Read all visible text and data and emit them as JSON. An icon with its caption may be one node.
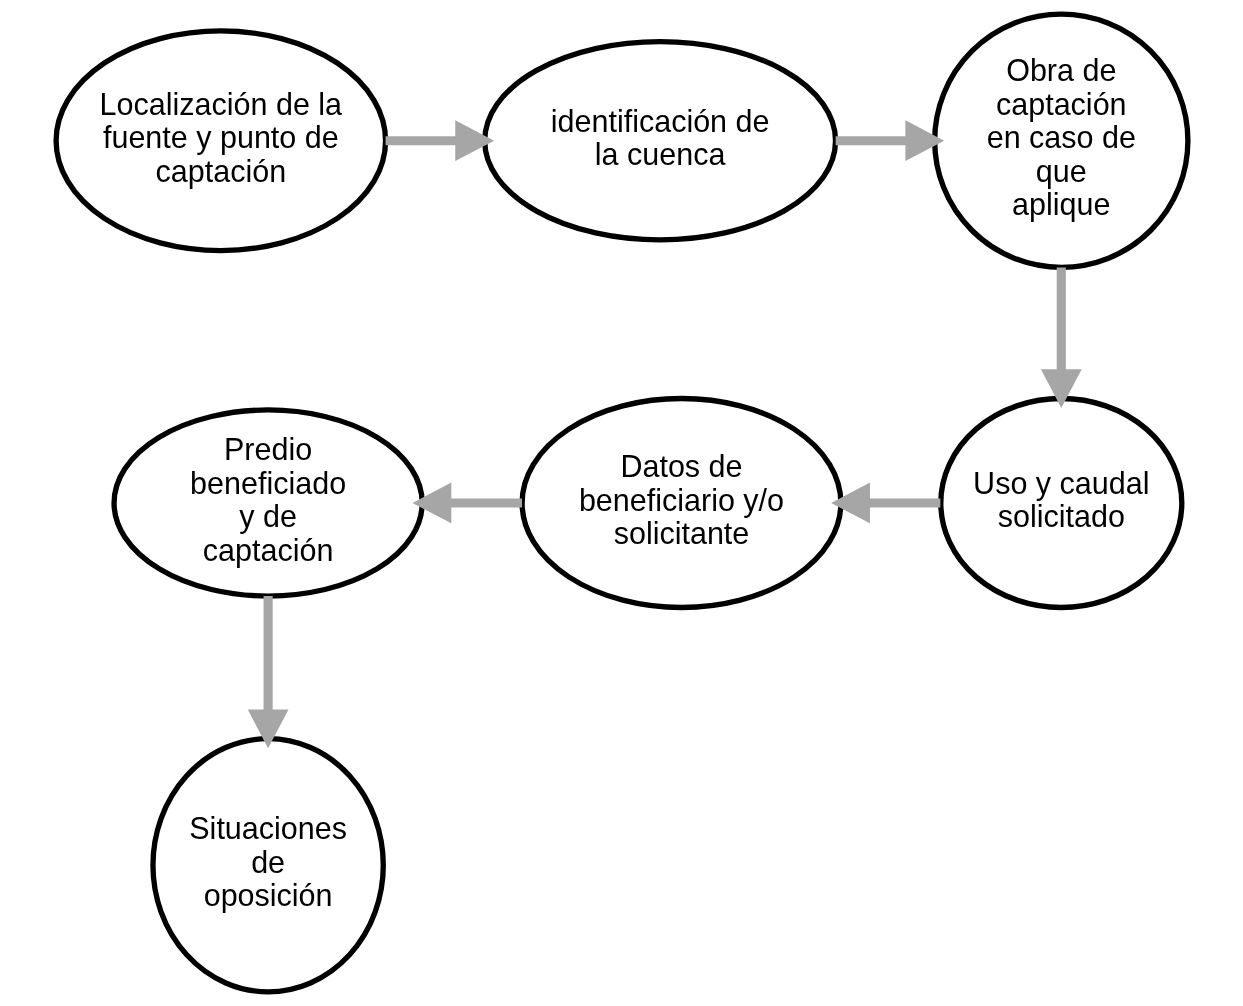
{
  "diagram": {
    "nodes": [
      {
        "text": [
          "Localización de la fuente y punto de captación"
        ]
      },
      {
        "text": [
          "identificación de la cuenca"
        ]
      },
      {
        "text": [
          "Obra de captación en caso de que aplique"
        ]
      },
      {
        "text": [
          "Uso y caudal solicitado"
        ]
      },
      {
        "text": [
          "Datos de beneficiario y/o solicitante"
        ]
      },
      {
        "text": [
          "Predio beneficiado y de captación"
        ]
      },
      {
        "text": [
          "Situaciones de oposición"
        ]
      }
    ],
    "edges": [
      {
        "from": 0,
        "to": 1,
        "arrow": "to"
      },
      {
        "from": 1,
        "to": 2,
        "arrow": "to"
      },
      {
        "from": 2,
        "to": 3,
        "arrow": "to"
      },
      {
        "from": 3,
        "to": 4,
        "arrow": "to"
      },
      {
        "from": 4,
        "to": 5,
        "arrow": "to"
      },
      {
        "from": 5,
        "to": 6,
        "arrow": "to"
      }
    ]
  }
}
